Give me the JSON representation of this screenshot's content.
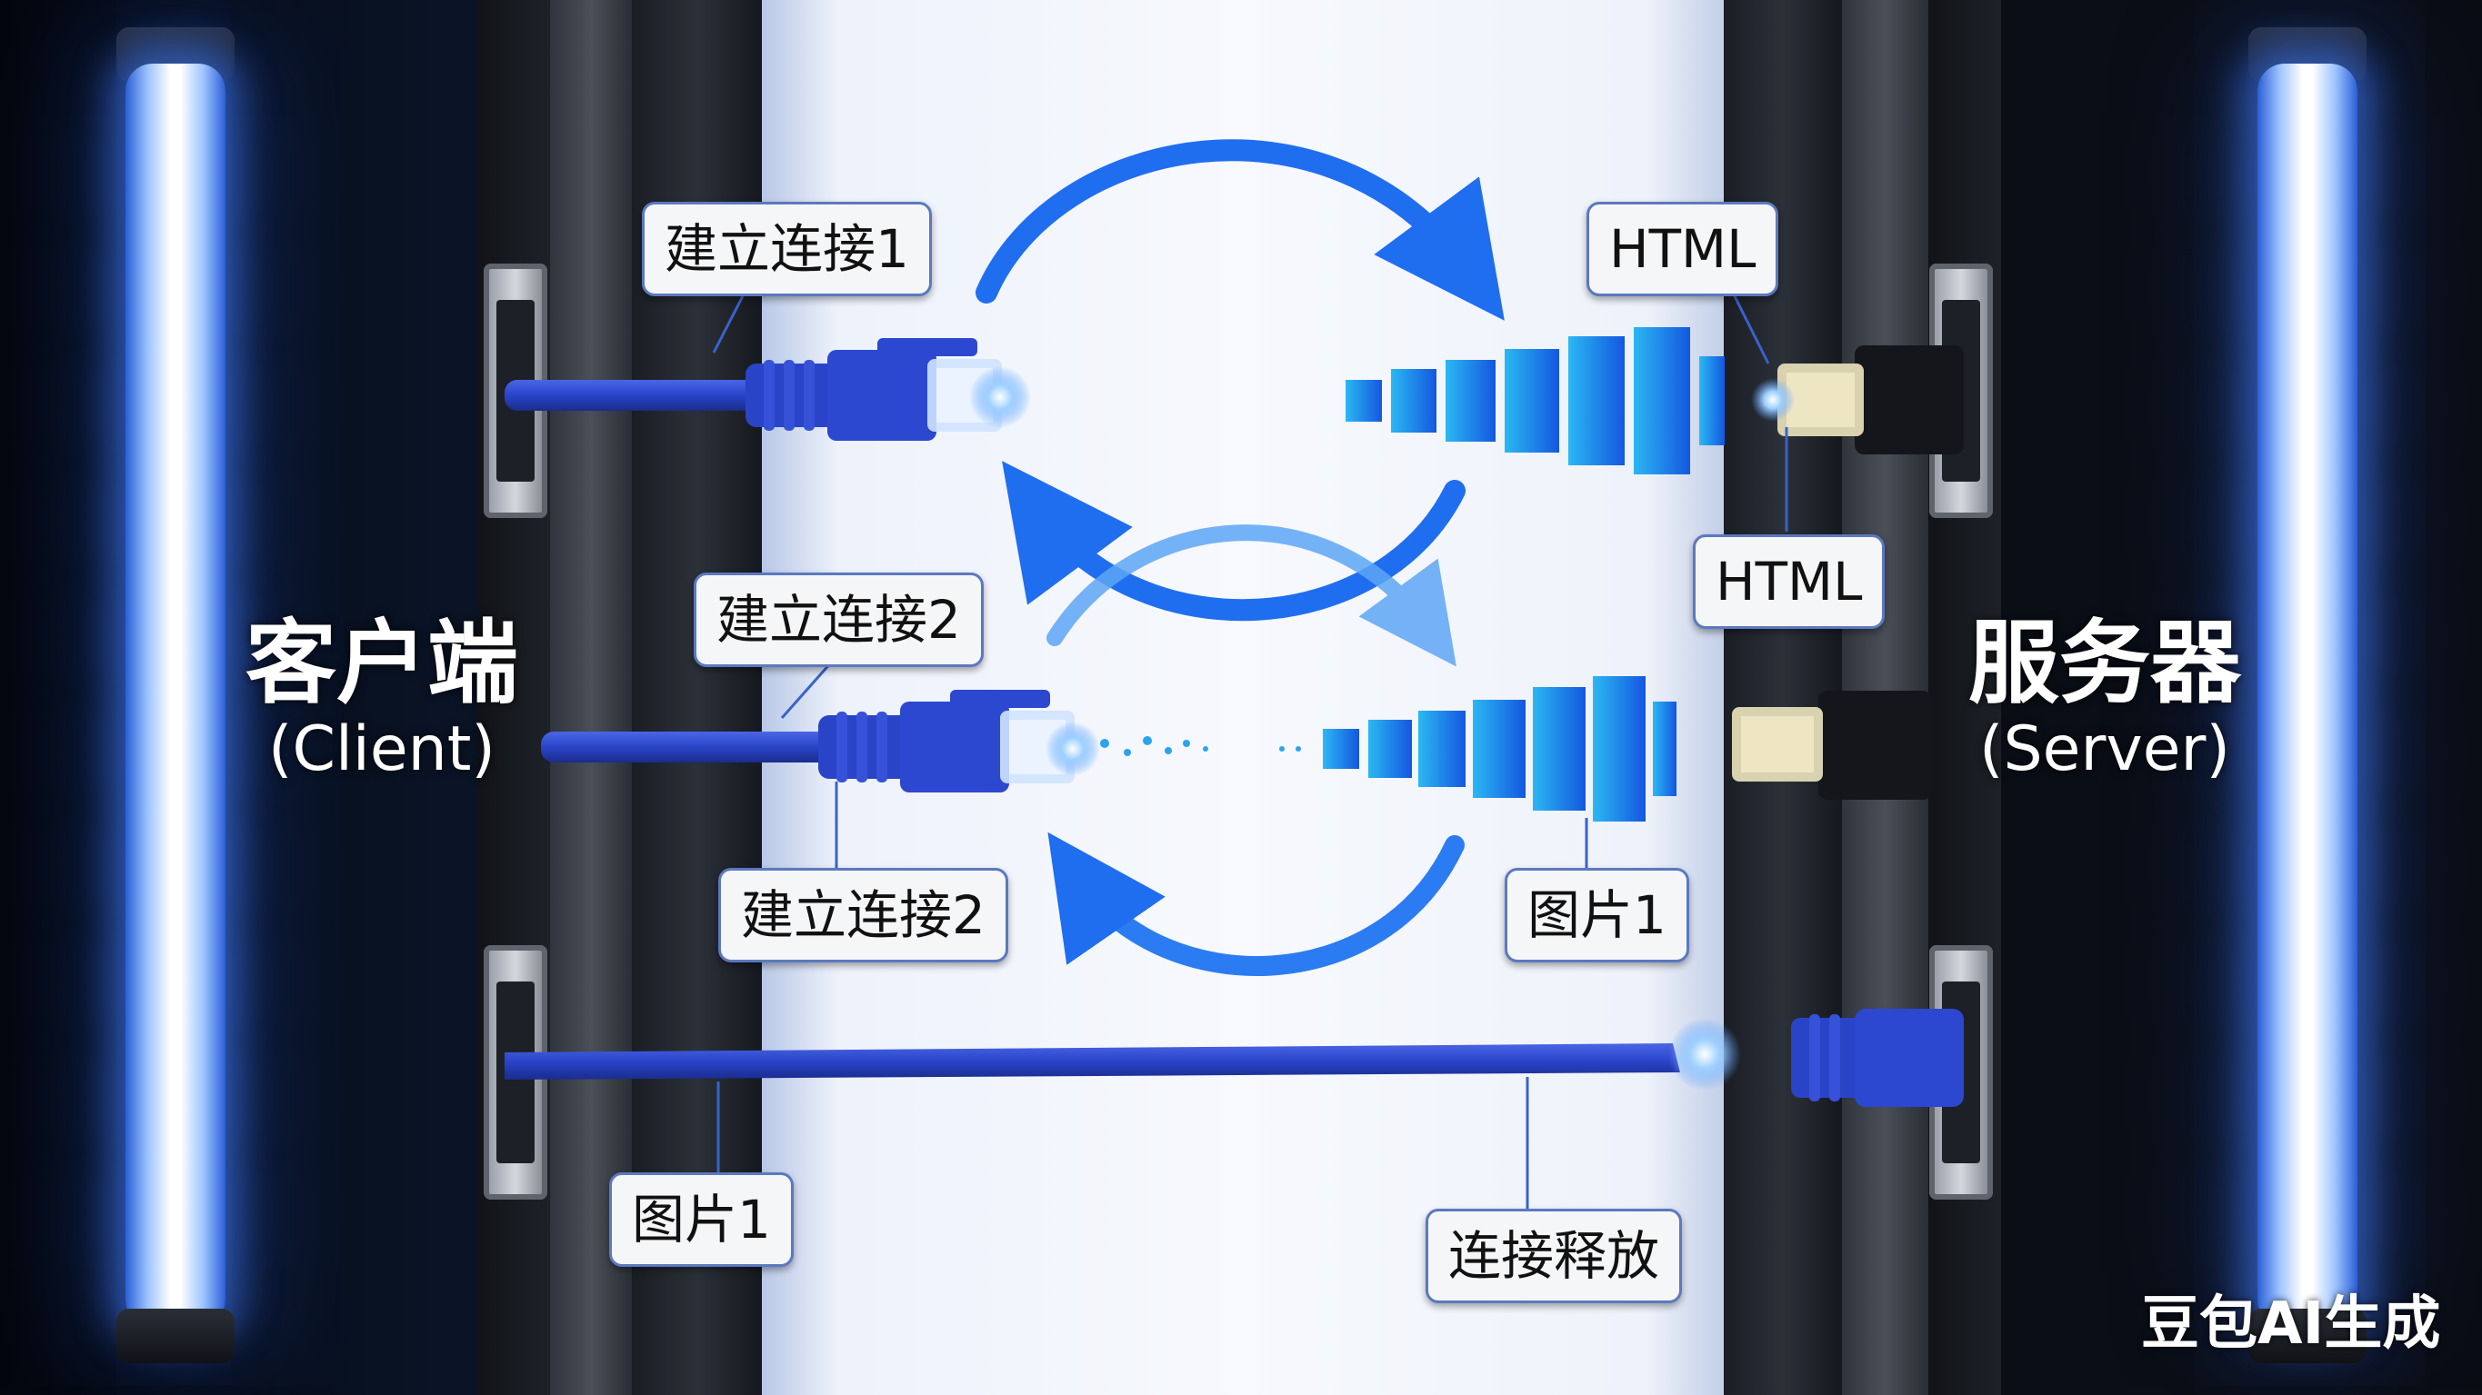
{
  "client": {
    "title": "客户端",
    "subtitle": "(Client)"
  },
  "server": {
    "title": "服务器",
    "subtitle": "(Server)"
  },
  "labels": {
    "conn1": "建立连接1",
    "conn2_top": "建立连接2",
    "conn2_bottom": "建立连接2",
    "html_top": "HTML",
    "html_mid": "HTML",
    "img_right": "图片1",
    "img_left": "图片1",
    "release": "连接释放"
  },
  "watermark": "豆包AI生成",
  "colors": {
    "cable": "#2a44c8",
    "arrow": "#1f6ef0",
    "signal": "#1683ee",
    "glow": "#7fb0ff"
  }
}
